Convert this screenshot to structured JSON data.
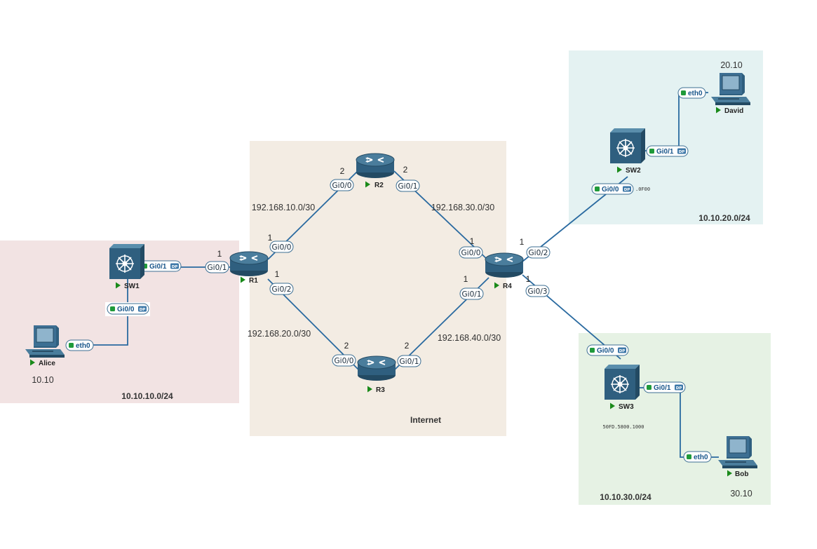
{
  "zones": {
    "lan1": {
      "label": "10.10.10.0/24",
      "color": "#f2e3e3"
    },
    "internet": {
      "label": "Internet",
      "color": "#f3ece3"
    },
    "lan2": {
      "label": "10.10.20.0/24",
      "color": "#e4f2f2"
    },
    "lan3": {
      "label": "10.10.30.0/24",
      "color": "#e6f2e4"
    }
  },
  "nodes": {
    "r1": "R1",
    "r2": "R2",
    "r3": "R3",
    "r4": "R4",
    "sw1": "SW1",
    "sw2": "SW2",
    "sw3": "SW3",
    "alice": "Alice",
    "david": "David",
    "bob": "Bob"
  },
  "host_addresses": {
    "alice": "10.10",
    "david": "20.10",
    "bob": "30.10"
  },
  "networks": {
    "r1_r2": "192.168.10.0/30",
    "r1_r3": "192.168.20.0/30",
    "r2_r4": "192.168.30.0/30",
    "r3_r4": "192.168.40.0/30"
  },
  "interfaces": {
    "r1_g00": "Gi0/0",
    "r1_g01": "Gi0/1",
    "r1_g02": "Gi0/2",
    "r2_g00": "Gi0/0",
    "r2_g01": "Gi0/1",
    "r3_g00": "Gi0/0",
    "r3_g01": "Gi0/1",
    "r4_g00": "Gi0/0",
    "r4_g01": "Gi0/1",
    "r4_g02": "Gi0/2",
    "r4_g03": "Gi0/3",
    "sw1_g01": "Gi0/1",
    "sw1_g00": "Gi0/0",
    "sw2_g01": "Gi0/1",
    "sw2_g00": "Gi0/0",
    "sw3_g00": "Gi0/0",
    "sw3_g01": "Gi0/1",
    "alice_eth0": "eth0",
    "david_eth0": "eth0",
    "bob_eth0": "eth0"
  },
  "host_octets": {
    "r1_g01": "1",
    "r1_g00": "1",
    "r1_g02": "1",
    "r2_g00": "2",
    "r2_g01": "2",
    "r3_g00": "2",
    "r3_g01": "2",
    "r4_g00": "1",
    "r4_g01": "1",
    "r4_g02": "1",
    "r4_g03": "1"
  },
  "port_badge": "DP",
  "mac_labels": {
    "sw2": ".0F00",
    "sw3": "50FD.5800.1000"
  },
  "colors": {
    "device": "#2f5f7f",
    "device_dark": "#234a63",
    "link": "#2a6aa0",
    "run_arrow": "#1a8a1a",
    "port_up": "#1f9a3a"
  },
  "icons": {
    "router": "router-icon",
    "switch": "multilayer-switch-icon",
    "pc": "pc-icon",
    "status": "play-icon",
    "sidebar_toggle": "chevron-right-icon"
  }
}
